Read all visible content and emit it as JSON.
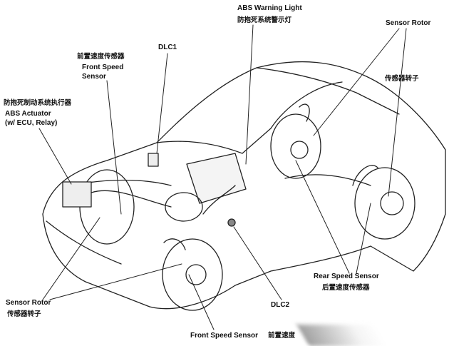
{
  "labels": {
    "abs_warning_light_en": "ABS Warning Light",
    "abs_warning_light_zh": "防抱死系统警示灯",
    "sensor_rotor_rear_en": "Sensor Rotor",
    "sensor_rotor_rear_zh": "传感器转子",
    "dlc1": "DLC1",
    "front_speed_sensor_top_zh": "前置速度传感器",
    "front_speed_sensor_top_en_1": "Front Speed",
    "front_speed_sensor_top_en_2": "Sensor",
    "abs_actuator_zh": "防抱死制动系统执行器",
    "abs_actuator_en_1": "ABS Actuator",
    "abs_actuator_en_2": "(w/ ECU, Relay)",
    "sensor_rotor_front_en": "Sensor Rotor",
    "sensor_rotor_front_zh": "传感器转子",
    "dlc2": "DLC2",
    "rear_speed_sensor_en": "Rear Speed Sensor",
    "rear_speed_sensor_zh": "后置速度传感器",
    "front_speed_sensor_bottom_en": "Front Speed Sensor",
    "front_speed_sensor_bottom_zh": "前置速度"
  }
}
